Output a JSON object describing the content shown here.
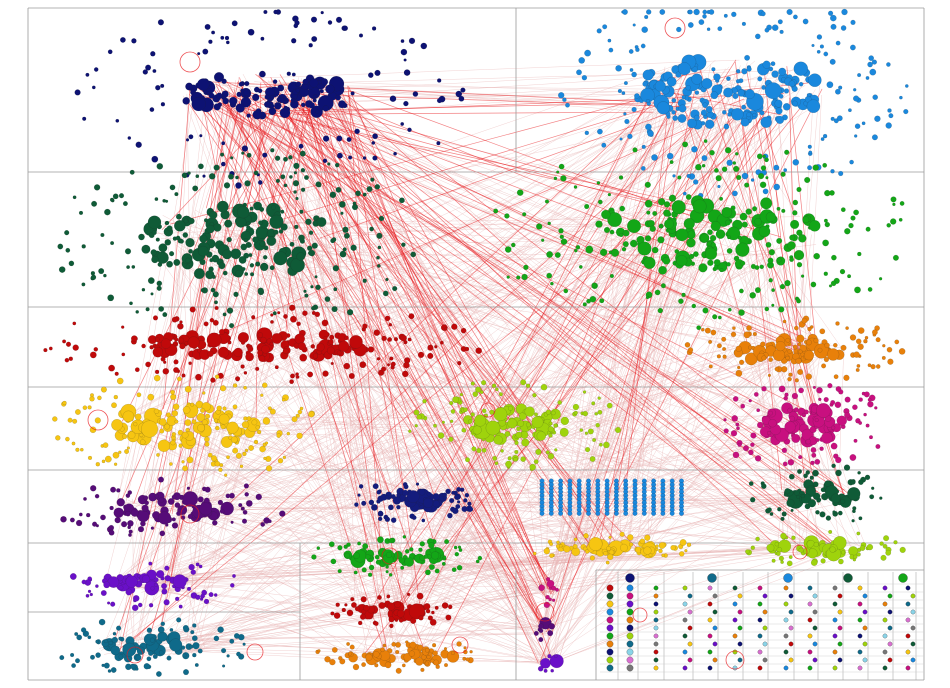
{
  "graph": {
    "background": "#ffffff",
    "frame_color": "#9a9a9a",
    "edge_color": "#e8b4b4",
    "highlight_edge_color": "#e8191d",
    "clusters": [
      {
        "id": "g1",
        "color": "#0d1273",
        "count": 210
      },
      {
        "id": "g2",
        "color": "#1a88dd",
        "count": 320
      },
      {
        "id": "g3",
        "color": "#0f5b37",
        "count": 300
      },
      {
        "id": "g4",
        "color": "#13a617",
        "count": 300
      },
      {
        "id": "g5",
        "color": "#c0090a",
        "count": 230
      },
      {
        "id": "g6",
        "color": "#e8800a",
        "count": 150
      },
      {
        "id": "g7",
        "color": "#f6c512",
        "count": 200
      },
      {
        "id": "g8",
        "color": "#9fd30c",
        "count": 170
      },
      {
        "id": "g9",
        "color": "#c8107f",
        "count": 150
      },
      {
        "id": "g10",
        "color": "#560c78",
        "count": 110
      },
      {
        "id": "g11",
        "color": "#141c7d",
        "count": 90
      },
      {
        "id": "g12",
        "color": "#1a88dd",
        "count": 120
      },
      {
        "id": "g13",
        "color": "#0f5b37",
        "count": 90
      },
      {
        "id": "g14",
        "color": "#6a10c8",
        "count": 80
      },
      {
        "id": "g15",
        "color": "#13a617",
        "count": 90
      },
      {
        "id": "g16",
        "color": "#f6c512",
        "count": 80
      },
      {
        "id": "g17",
        "color": "#9fd30c",
        "count": 80
      },
      {
        "id": "g18",
        "color": "#0f6a8a",
        "count": 110
      },
      {
        "id": "g19",
        "color": "#c0090a",
        "count": 70
      },
      {
        "id": "g20",
        "color": "#e8800a",
        "count": 90
      },
      {
        "id": "g21",
        "color": "#c8107f",
        "count": 12
      },
      {
        "id": "g22",
        "color": "#560c78",
        "count": 8
      },
      {
        "id": "g23",
        "color": "#6a10c8",
        "count": 8
      }
    ],
    "small_groups_palette": [
      "#c0090a",
      "#0f5b37",
      "#f6c512",
      "#1a88dd",
      "#c8107f",
      "#6a10c8",
      "#13a617",
      "#e8800a",
      "#0d1273",
      "#9fd30c",
      "#0f6a8a",
      "#8ad4e8",
      "#d970d0",
      "#777777"
    ]
  }
}
